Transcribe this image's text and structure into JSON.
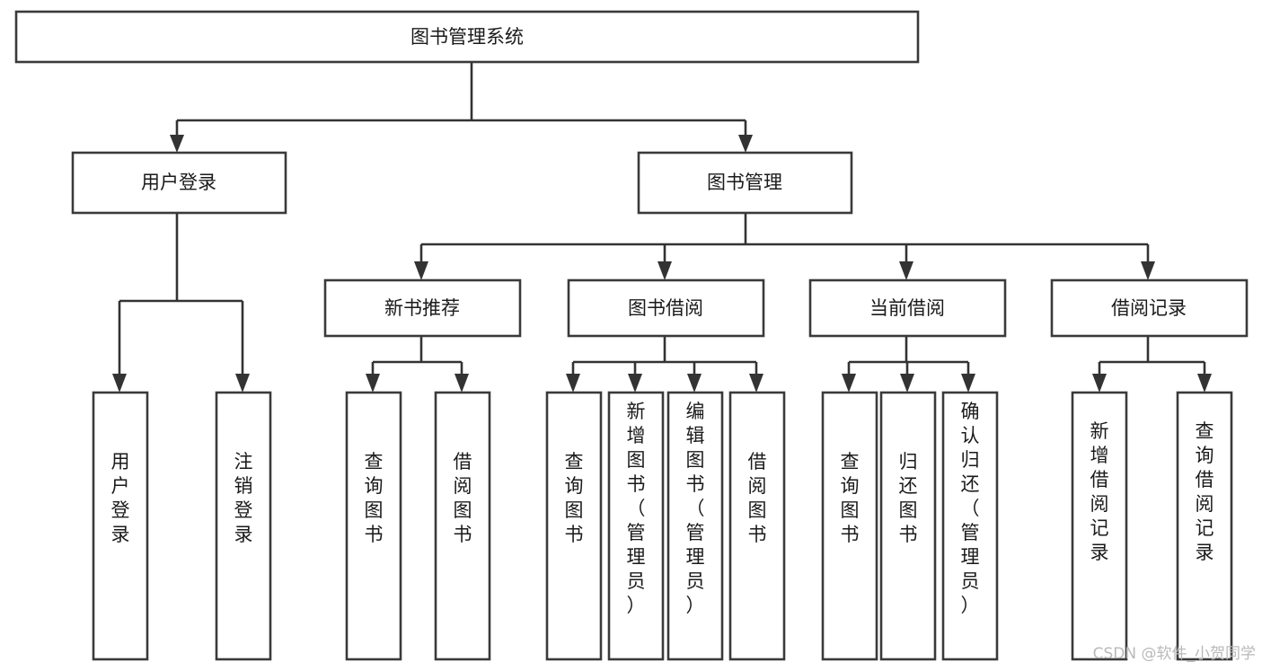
{
  "diagram": {
    "title": "图书管理系统",
    "type": "tree-hierarchy-chart",
    "orientation": "top-down",
    "colors": {
      "box_stroke": "#3a3a3a",
      "box_fill": "#ffffff",
      "connector": "#333333",
      "text": "#1a1a1a",
      "watermark": "#b9b9b9",
      "background": "#ffffff"
    }
  },
  "root": {
    "label": "图书管理系统"
  },
  "level1": [
    {
      "label": "用户登录"
    },
    {
      "label": "图书管理"
    }
  ],
  "level2": [
    {
      "label": "新书推荐"
    },
    {
      "label": "图书借阅"
    },
    {
      "label": "当前借阅"
    },
    {
      "label": "借阅记录"
    }
  ],
  "leaves": {
    "user_login": [
      {
        "label": "用户登录",
        "chars": [
          "用",
          "户",
          "登",
          "录"
        ]
      },
      {
        "label": "注销登录",
        "chars": [
          "注",
          "销",
          "登",
          "录"
        ]
      }
    ],
    "new_book_recommend": [
      {
        "label": "查询图书",
        "chars": [
          "查",
          "询",
          "图",
          "书"
        ]
      },
      {
        "label": "借阅图书",
        "chars": [
          "借",
          "阅",
          "图",
          "书"
        ]
      }
    ],
    "book_borrow": [
      {
        "label": "查询图书",
        "chars": [
          "查",
          "询",
          "图",
          "书"
        ]
      },
      {
        "label": "新增图书（管理员）",
        "chars": [
          "新",
          "增",
          "图",
          "书",
          "（",
          "管",
          "理",
          "员",
          "）"
        ]
      },
      {
        "label": "编辑图书（管理员）",
        "chars": [
          "编",
          "辑",
          "图",
          "书",
          "（",
          "管",
          "理",
          "员",
          "）"
        ]
      },
      {
        "label": "借阅图书",
        "chars": [
          "借",
          "阅",
          "图",
          "书"
        ]
      }
    ],
    "current_borrow": [
      {
        "label": "查询图书",
        "chars": [
          "查",
          "询",
          "图",
          "书"
        ]
      },
      {
        "label": "归还图书",
        "chars": [
          "归",
          "还",
          "图",
          "书"
        ]
      },
      {
        "label": "确认归还（管理员）",
        "chars": [
          "确",
          "认",
          "归",
          "还",
          "（",
          "管",
          "理",
          "员",
          "）"
        ]
      }
    ],
    "borrow_record": [
      {
        "label": "新增借阅记录",
        "chars": [
          "新",
          "增",
          "借",
          "阅",
          "记",
          "录"
        ]
      },
      {
        "label": "查询借阅记录",
        "chars": [
          "查",
          "询",
          "借",
          "阅",
          "记",
          "录"
        ]
      }
    ]
  },
  "watermark": {
    "text": "CSDN @软件_小贺同学"
  }
}
